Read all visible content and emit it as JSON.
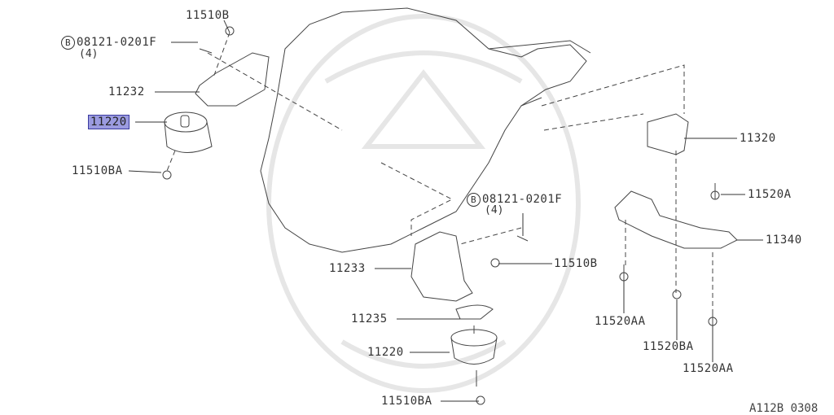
{
  "labels": {
    "top_nut": "11510B",
    "top_bolt_code": "B",
    "top_bolt": "08121-0201F",
    "top_bolt_qty": "(4)",
    "bracket_left": "11232",
    "mount_left": "11220",
    "mount_left_nut": "11510BA",
    "rear_mount": "11320",
    "rear_bolt": "11520A",
    "crossmember": "11340",
    "cm_bolt_left": "11520AA",
    "cm_nut": "11520BA",
    "cm_bolt_right": "11520AA",
    "mid_bolt_code": "B",
    "mid_bolt": "08121-0201F",
    "mid_bolt_qty": "(4)",
    "mid_nut": "11510B",
    "bracket_right": "11233",
    "heat_shield": "11235",
    "mount_right": "11220",
    "mount_right_nut": "11510BA"
  },
  "diagram_code": "A112B 0308",
  "highlight_color": "#9b9be0"
}
